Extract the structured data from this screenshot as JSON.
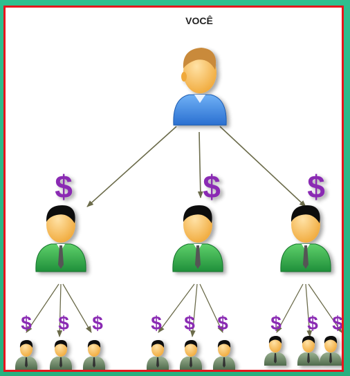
{
  "diagram": {
    "root_label": "VOCÊ",
    "dollar_symbol": "$",
    "colors": {
      "frame_border": "#e8141c",
      "background": "#2fbf8f",
      "root_shirt": "#3b82e0",
      "level1_shirt": "#2fa84a",
      "level2_shirt": "#6f8a6a",
      "dollar": "#8a2bb3",
      "arrow": "#6b6b4a"
    },
    "levels": [
      {
        "level": 0,
        "count": 1
      },
      {
        "level": 1,
        "count": 3
      },
      {
        "level": 2,
        "count": 9
      }
    ]
  }
}
